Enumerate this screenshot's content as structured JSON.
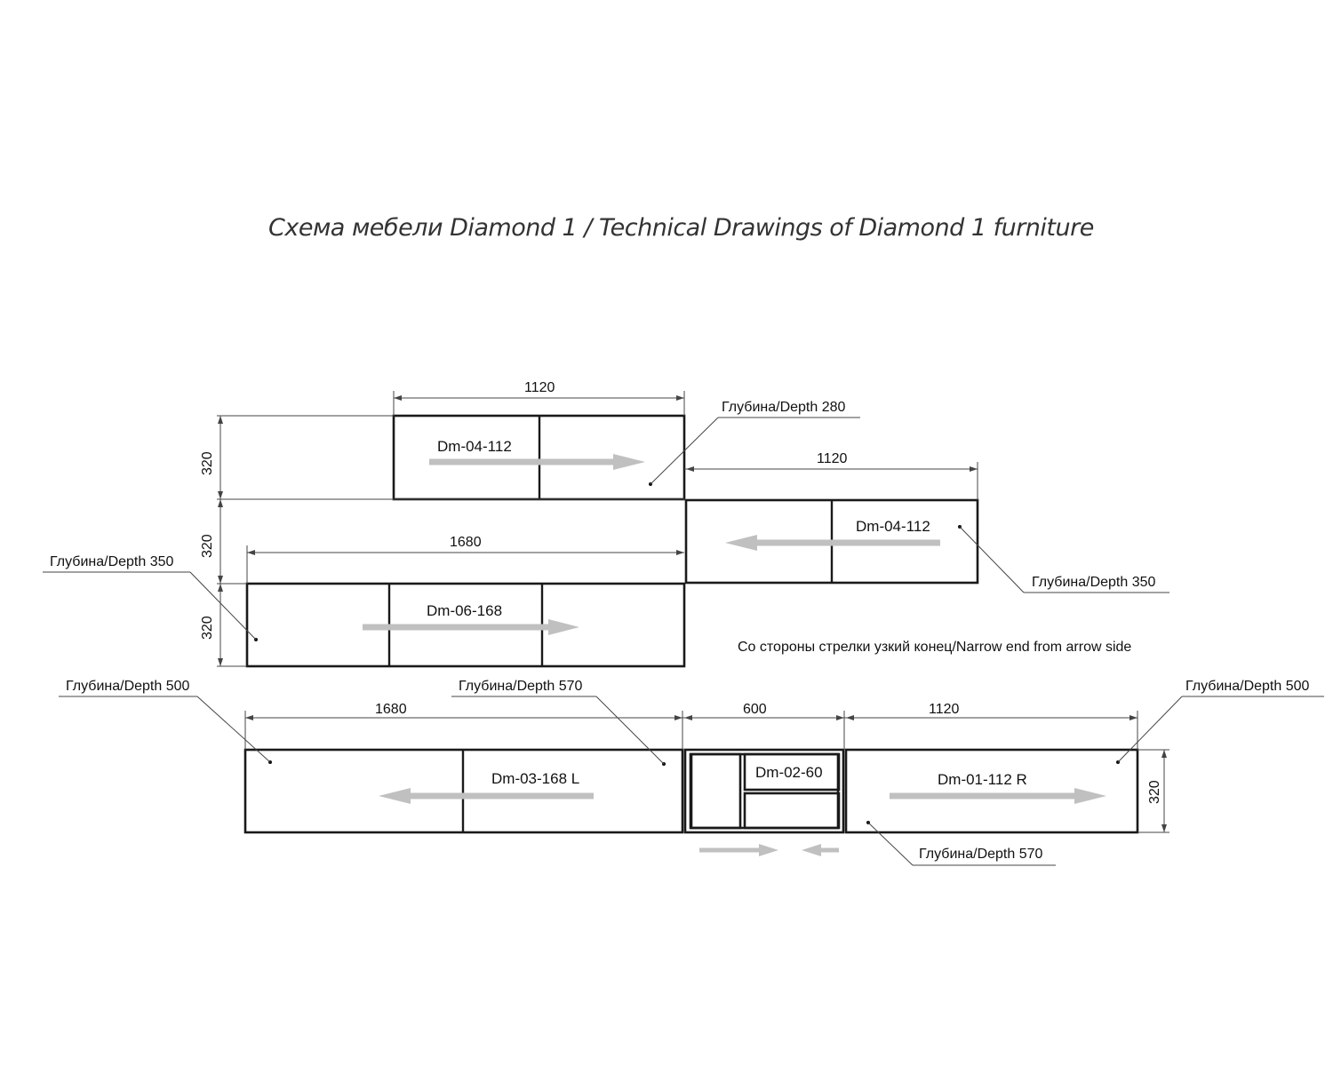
{
  "title": "Схема мебели Diamond 1 / Technical Drawings of Diamond 1 furniture",
  "note": "Со стороны стрелки узкий конец/Narrow end from arrow side",
  "modules": {
    "top": "Dm-04-112",
    "middle_right": "Dm-04-112",
    "middle_left": "Dm-06-168",
    "bottom_left": "Dm-03-168 L",
    "bottom_center": "Dm-02-60",
    "bottom_right": "Dm-01-112 R"
  },
  "dimensions": {
    "top_width": "1120",
    "middle_right_width": "1120",
    "middle_left_width": "1680",
    "bottom_left_width": "1680",
    "bottom_center_width": "600",
    "bottom_right_width": "1120",
    "height_top": "320",
    "height_middle": "320",
    "height_lower": "320",
    "height_bottom_right": "320"
  },
  "depths": {
    "top": "Глубина/Depth  280",
    "middle_right": "Глубина/Depth  350",
    "middle_left": "Глубина/Depth  350",
    "bottom_left": "Глубина/Depth  500",
    "bottom_center": "Глубина/Depth  570",
    "bottom_right_top": "Глубина/Depth  500",
    "bottom_right_bottom": "Глубина/Depth  570"
  }
}
